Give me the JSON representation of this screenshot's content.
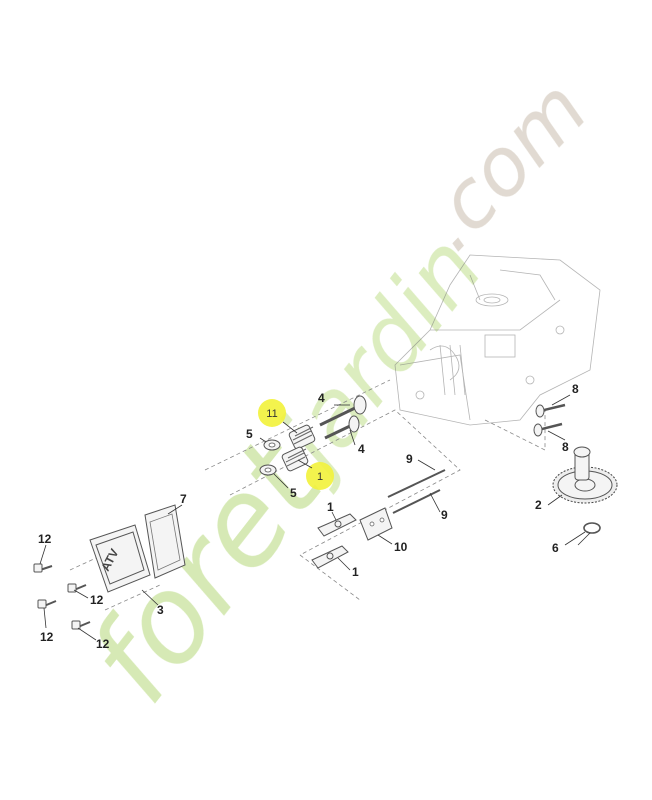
{
  "callouts": {
    "c1a": "1",
    "c1b": "1",
    "c2": "2",
    "c3": "3",
    "c4a": "4",
    "c4b": "4",
    "c5a": "5",
    "c5b": "5",
    "c6": "6",
    "c7": "7",
    "c8a": "8",
    "c8b": "8",
    "c9a": "9",
    "c9b": "9",
    "c10": "10",
    "c12a": "12",
    "c12b": "12",
    "c12c": "12",
    "c12d": "12"
  },
  "highlights": {
    "h11": "11",
    "h1": "1"
  },
  "cover_logo": "ATV",
  "watermark": {
    "part1": "foret",
    "part2": "jardin",
    "part3": ".com"
  },
  "colors": {
    "highlight": "#f2f23a",
    "watermark_green": "#c8e2a0",
    "watermark_orange": "#f6cfa2",
    "watermark_grey": "#d8d1c8"
  }
}
